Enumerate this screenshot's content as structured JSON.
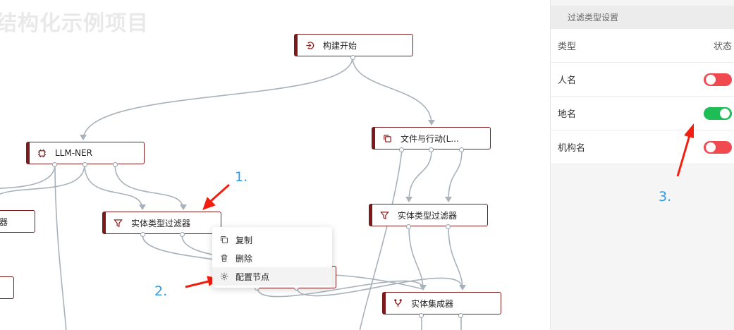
{
  "watermark": "结构化示例项目",
  "nodes": {
    "start": {
      "label": "构建开始",
      "icon": "login-icon"
    },
    "llm_ner": {
      "label": "LLM-NER",
      "icon": "chip-icon"
    },
    "file_action": {
      "label": "文件与行动(L...",
      "icon": "copy-icon"
    },
    "filter_left": {
      "label": "实体类型过滤器",
      "icon": "filter-icon"
    },
    "filter_right": {
      "label": "实体类型过滤器",
      "icon": "filter-icon"
    },
    "partial_left": {
      "label": "器"
    },
    "ensemble": {
      "label": "实体集成器",
      "icon": "merge-icon"
    }
  },
  "context_menu": {
    "copy": "复制",
    "delete": "删除",
    "configure": "配置节点"
  },
  "annotations": {
    "one": "1.",
    "two": "2.",
    "three": "3."
  },
  "panel": {
    "title": "过滤类型设置",
    "header_type": "类型",
    "header_status": "状态",
    "rows": [
      {
        "label": "人名",
        "enabled": false
      },
      {
        "label": "地名",
        "enabled": true
      },
      {
        "label": "机构名",
        "enabled": false
      }
    ]
  },
  "colors": {
    "toggle_on": "#1fbd55",
    "toggle_off": "#f0494f",
    "node_accent": "#7a1a1a",
    "annotation_blue": "#2f9be6",
    "arrow_red": "#f21f10"
  }
}
